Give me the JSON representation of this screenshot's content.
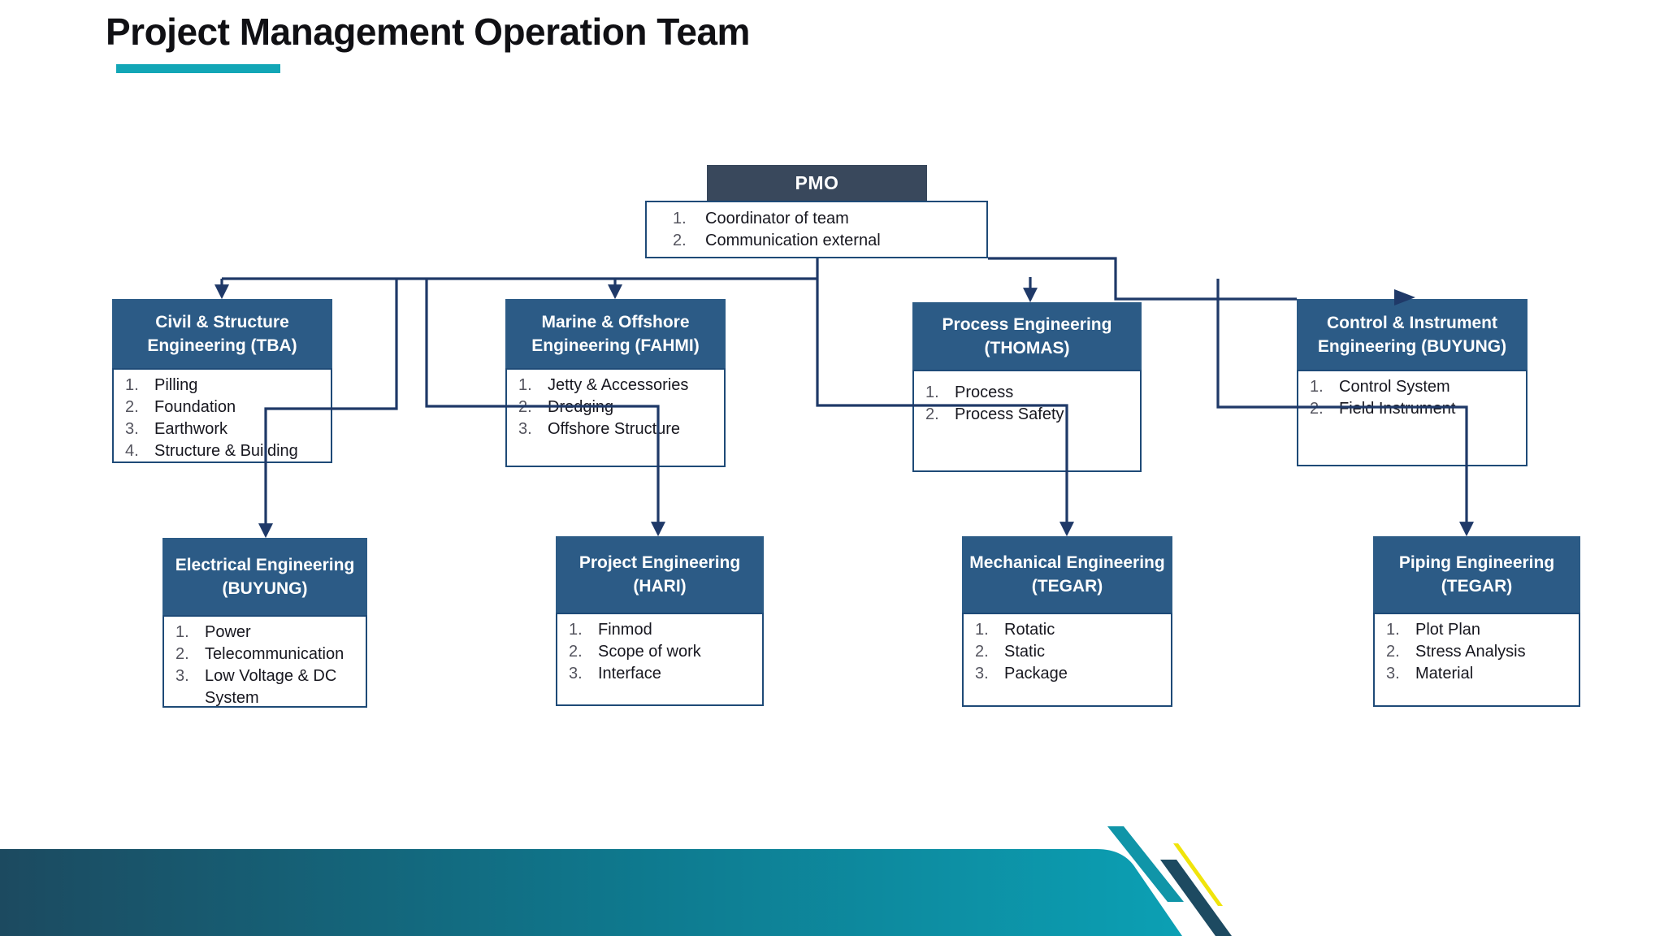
{
  "title": {
    "text": "Project Management Operation Team"
  },
  "pmo": {
    "title": "PMO",
    "items": [
      {
        "n": "1.",
        "t": "Coordinator of team"
      },
      {
        "n": "2.",
        "t": "Communication external"
      }
    ]
  },
  "boxes": [
    {
      "line1": "Civil & Structure",
      "line2": "Engineering (TBA)",
      "items": [
        {
          "n": "1.",
          "t": "Pilling"
        },
        {
          "n": "2.",
          "t": "Foundation"
        },
        {
          "n": "3.",
          "t": "Earthwork"
        },
        {
          "n": "4.",
          "t": "Structure & Building"
        }
      ]
    },
    {
      "line1": "Marine & Offshore",
      "line2": "Engineering (FAHMI)",
      "items": [
        {
          "n": "1.",
          "t": "Jetty & Accessories"
        },
        {
          "n": "2.",
          "t": "Dredging"
        },
        {
          "n": "3.",
          "t": "Offshore Structure"
        }
      ]
    },
    {
      "line1": "Process Engineering",
      "line2": "(THOMAS)",
      "items": [
        {
          "n": "1.",
          "t": "Process"
        },
        {
          "n": "2.",
          "t": "Process Safety"
        }
      ]
    },
    {
      "line1": "Control & Instrument",
      "line2": "Engineering (BUYUNG)",
      "items": [
        {
          "n": "1.",
          "t": "Control System"
        },
        {
          "n": "2.",
          "t": "Field Instrument"
        }
      ]
    },
    {
      "line1": "Electrical Engineering",
      "line2": "(BUYUNG)",
      "items": [
        {
          "n": "1.",
          "t": "Power"
        },
        {
          "n": "2.",
          "t": "Telecommunication"
        },
        {
          "n": "3.",
          "t": "Low Voltage & DC System"
        }
      ]
    },
    {
      "line1": "Project Engineering",
      "line2": "(HARI)",
      "items": [
        {
          "n": "1.",
          "t": "Finmod"
        },
        {
          "n": "2.",
          "t": "Scope of work"
        },
        {
          "n": "3.",
          "t": "Interface"
        }
      ]
    },
    {
      "line1": "Mechanical Engineering",
      "line2": "(TEGAR)",
      "items": [
        {
          "n": "1.",
          "t": "Rotatic"
        },
        {
          "n": "2.",
          "t": "Static"
        },
        {
          "n": "3.",
          "t": "Package"
        }
      ]
    },
    {
      "line1": "Piping Engineering",
      "line2": "(TEGAR)",
      "items": [
        {
          "n": "1.",
          "t": "Plot Plan"
        },
        {
          "n": "2.",
          "t": "Stress Analysis"
        },
        {
          "n": "3.",
          "t": "Material"
        }
      ]
    }
  ],
  "colors": {
    "accent_teal": "#12a6b6",
    "dept_header_blue": "#2c5b86",
    "pmo_header_slate": "#39485c",
    "connector_navy": "#1f3968",
    "border_navy": "#1e4a77",
    "band_gradient_start": "#1c4a60",
    "band_gradient_end": "#0ca0b4",
    "stripe_teal": "#1095a8",
    "stripe_dark": "#1d4a61",
    "stripe_yellow": "#f0e40b"
  }
}
